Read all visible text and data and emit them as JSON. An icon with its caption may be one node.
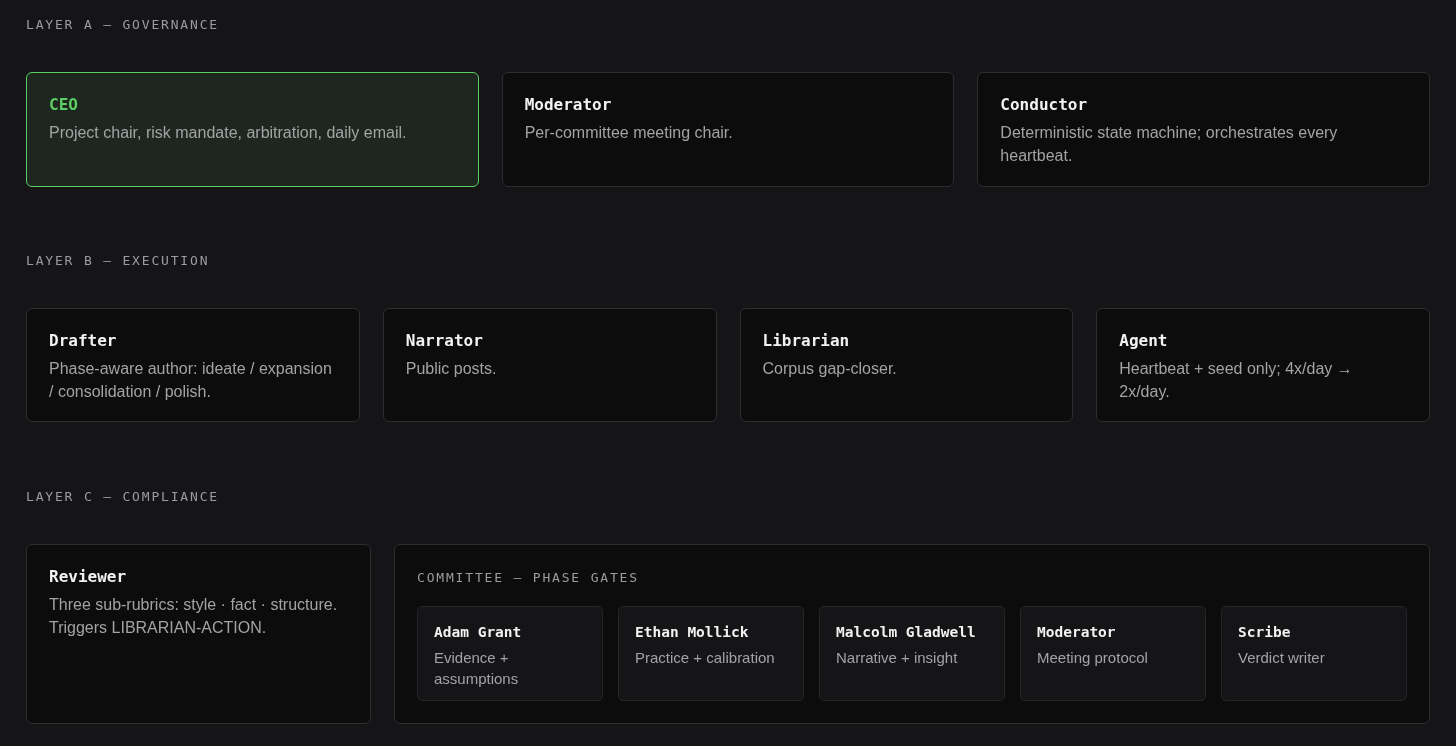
{
  "diagram": {
    "nodes": [
      {
        "text": [
          "CEO",
          "Project chair, risk mandate, arbitration, daily email."
        ]
      },
      {
        "text": [
          "Moderator",
          "Per-committee meeting chair."
        ]
      },
      {
        "text": [
          "Conductor",
          "Deterministic state machine; orchestrates every heartbeat."
        ]
      },
      {
        "text": [
          "Drafter",
          "Phase-aware author: ideate / expansion / consolidation / polish."
        ]
      },
      {
        "text": [
          "Narrator",
          "Public posts."
        ]
      },
      {
        "text": [
          "Librarian",
          "Corpus gap-closer."
        ]
      },
      {
        "text": [
          "Agent",
          "Heartbeat + seed only; 4x/day → 2x/day."
        ]
      },
      {
        "text": [
          "Reviewer",
          "Three sub-rubrics: style · fact · structure. Triggers LIBRARIAN-ACTION."
        ]
      },
      {
        "text": [
          "COMMITTEE — PHASE GATES"
        ]
      },
      {
        "text": [
          "Adam Grant",
          "Evidence + assumptions"
        ],
        "in": 8
      },
      {
        "text": [
          "Ethan Mollick",
          "Practice + calibration"
        ],
        "in": 8
      },
      {
        "text": [
          "Malcolm Gladwell",
          "Narrative + insight"
        ],
        "in": 8
      },
      {
        "text": [
          "Moderator",
          "Meeting protocol"
        ],
        "in": 8
      },
      {
        "text": [
          "Scribe",
          "Verdict writer"
        ],
        "in": 8
      }
    ],
    "labels": [
      "LAYER A — GOVERNANCE",
      "LAYER B — EXECUTION",
      "LAYER C — COMPLIANCE"
    ]
  }
}
